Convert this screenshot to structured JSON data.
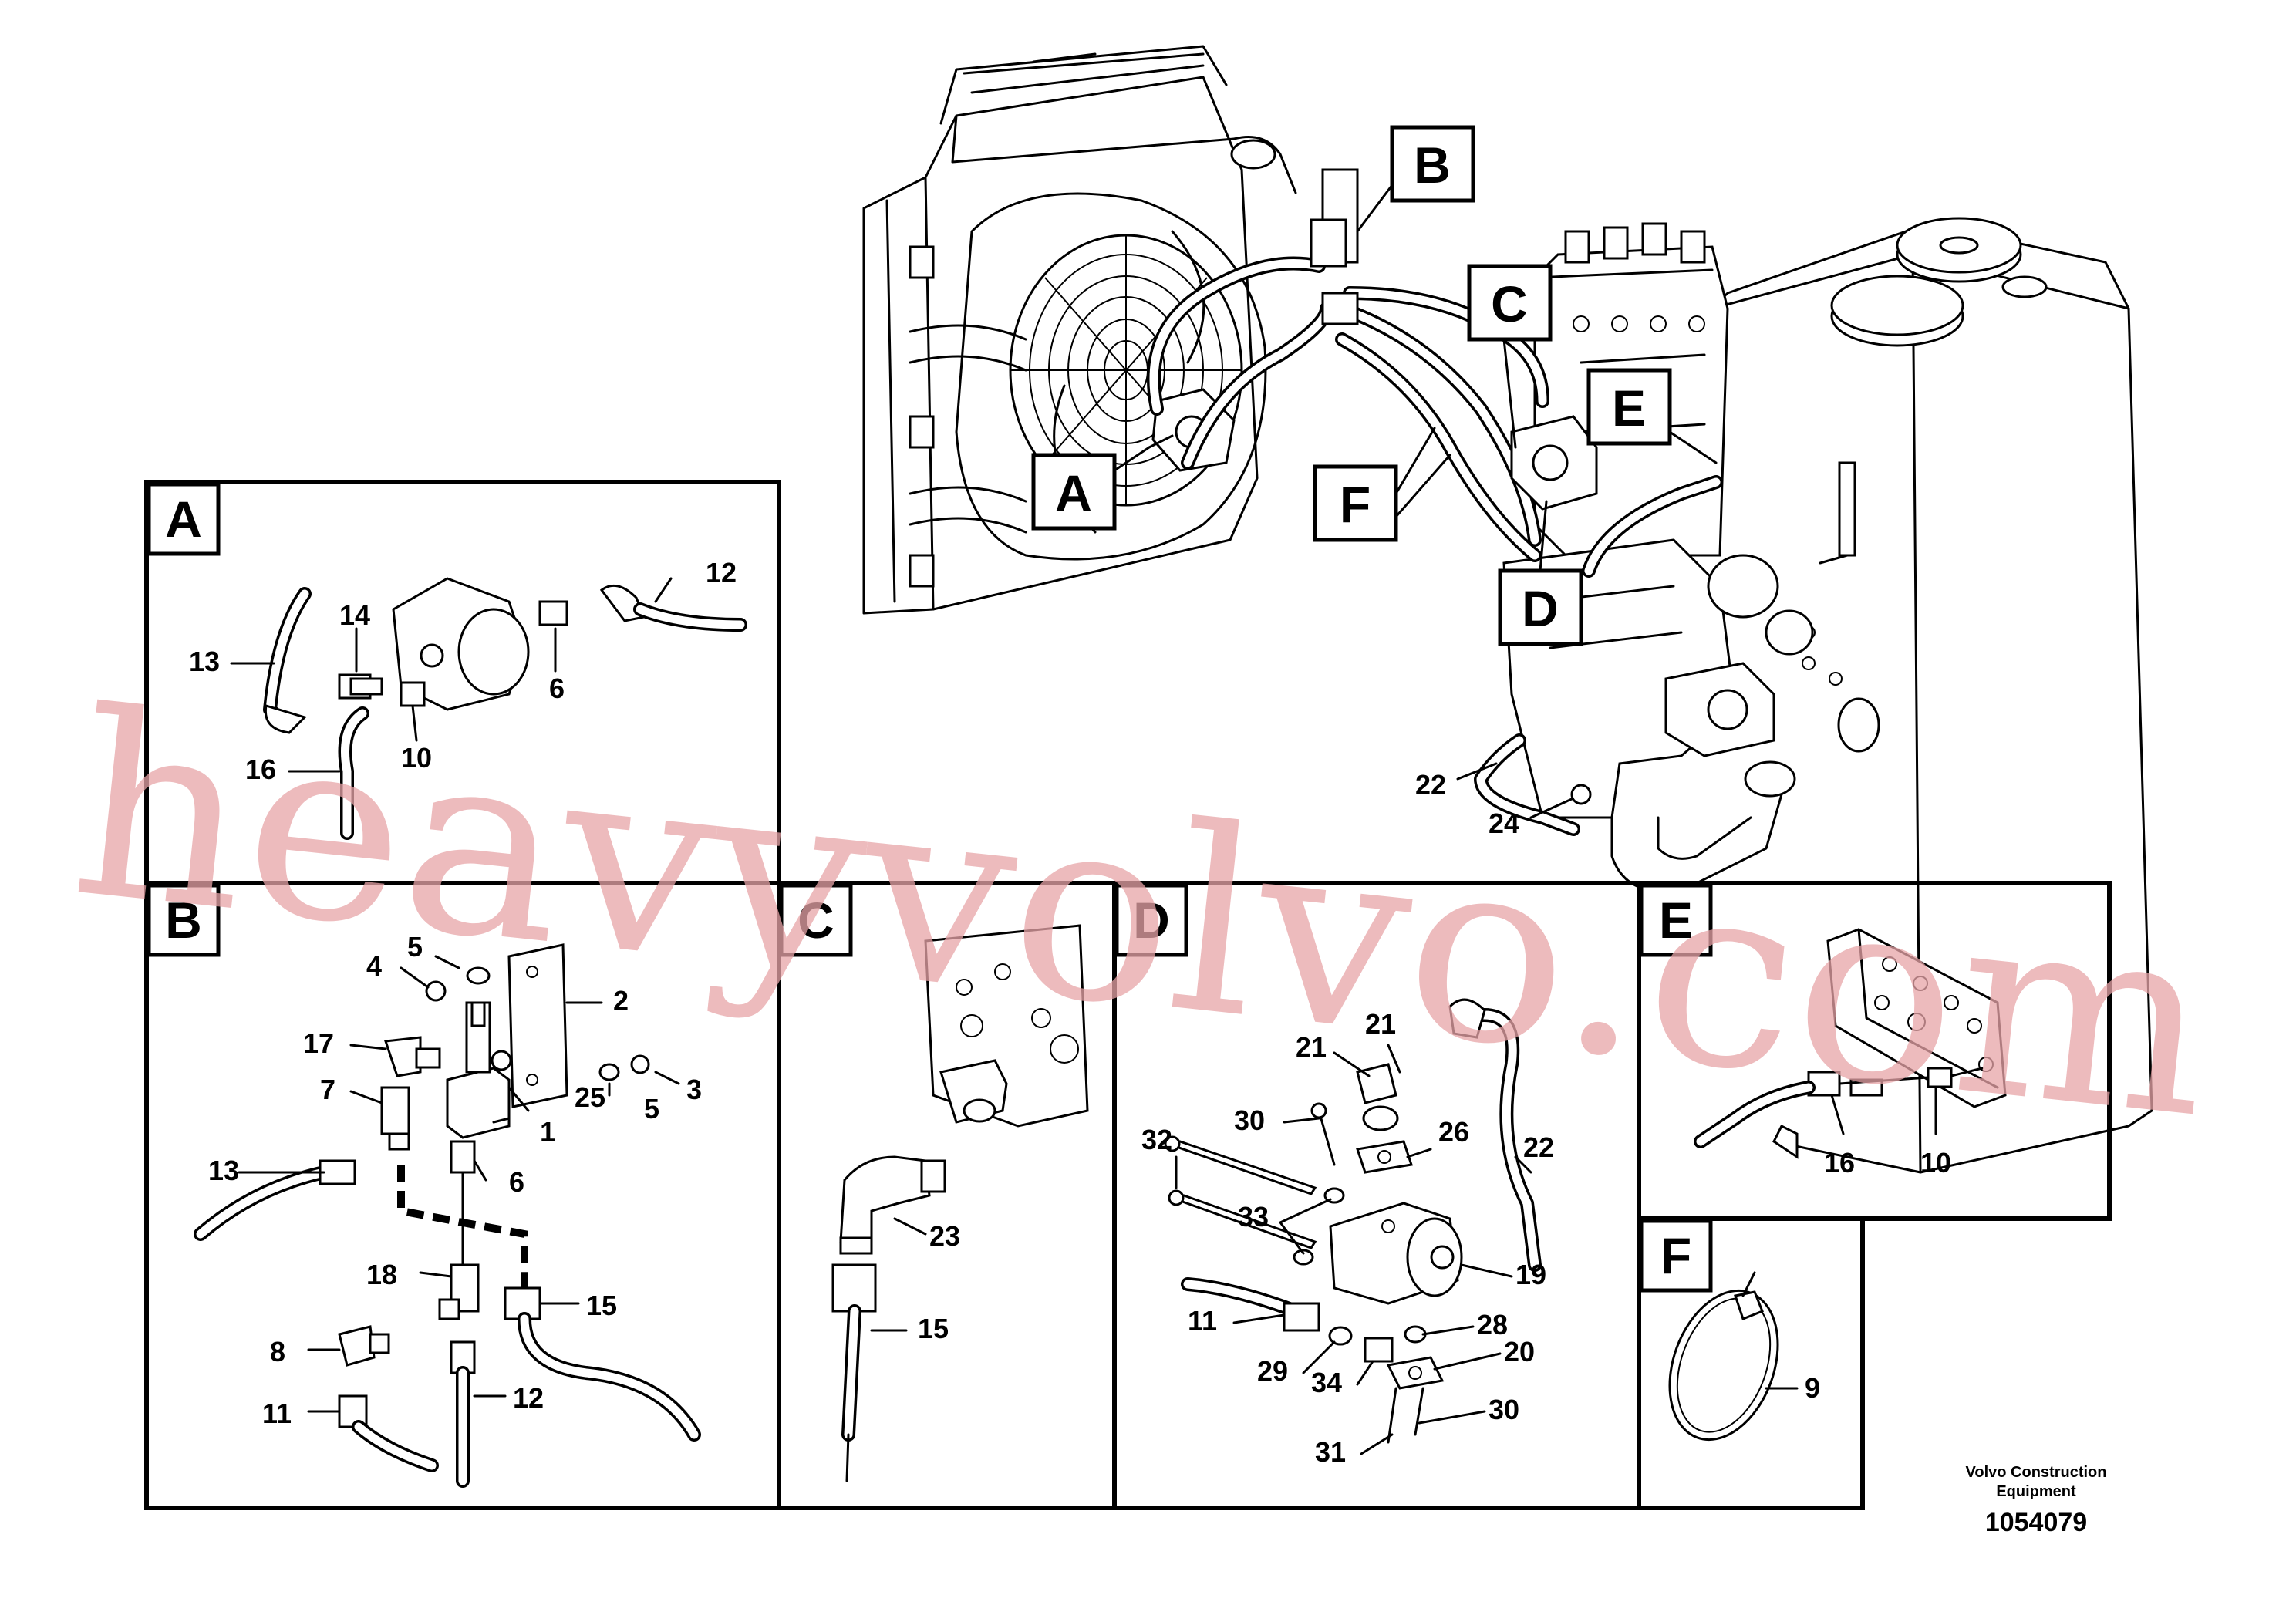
{
  "callouts": {
    "main": [
      "A",
      "B",
      "C",
      "D",
      "E",
      "F"
    ],
    "panels": [
      "A",
      "B",
      "C",
      "D",
      "E",
      "F"
    ]
  },
  "part_numbers": {
    "main": [
      "22",
      "24"
    ],
    "panel_a": [
      "12",
      "13",
      "14",
      "6",
      "16",
      "10"
    ],
    "panel_b": [
      "5",
      "4",
      "2",
      "17",
      "3",
      "5",
      "7",
      "25",
      "1",
      "13",
      "6",
      "18",
      "15",
      "8",
      "11",
      "12"
    ],
    "panel_c": [
      "23",
      "15"
    ],
    "panel_d": [
      "21",
      "21",
      "30",
      "26",
      "32",
      "22",
      "33",
      "19",
      "28",
      "11",
      "20",
      "29",
      "34",
      "30",
      "31"
    ],
    "panel_e": [
      "16",
      "10"
    ],
    "panel_f": [
      "9"
    ]
  },
  "footer": {
    "company_line1": "Volvo Construction",
    "company_line2": "Equipment",
    "doc_number": "1054079"
  },
  "watermark": {
    "text": "heavyvolvo.com",
    "color": "#e8a5a8"
  }
}
